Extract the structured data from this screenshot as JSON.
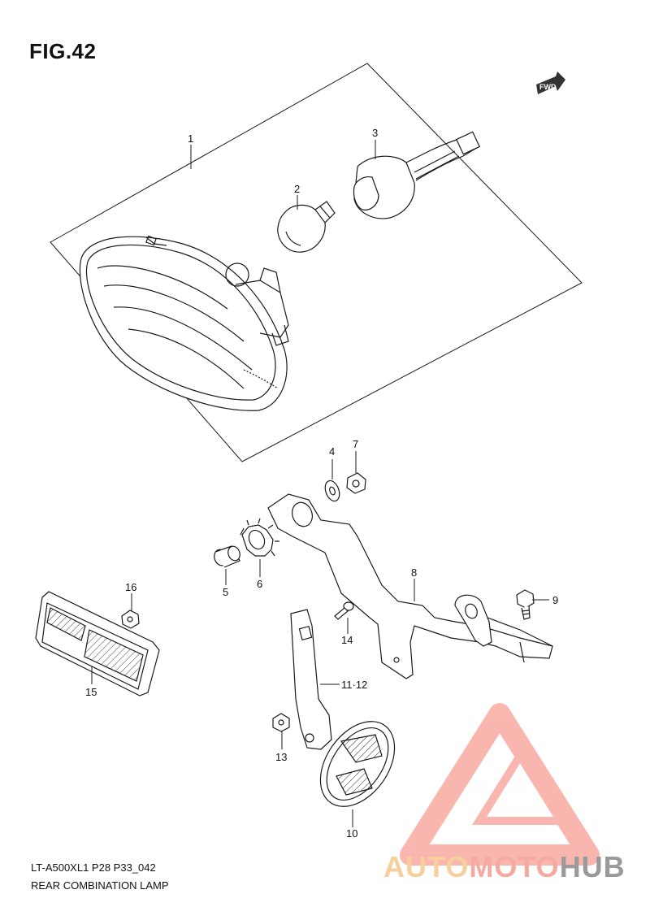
{
  "figure": {
    "title": "FIG.42",
    "fwd_badge": "FWD"
  },
  "callouts": {
    "c1": "1",
    "c2": "2",
    "c3": "3",
    "c4": "4",
    "c5": "5",
    "c6": "6",
    "c7": "7",
    "c8": "8",
    "c9": "9",
    "c10": "10",
    "c11_12": "11·12",
    "c13": "13",
    "c14": "14",
    "c15": "15",
    "c16": "16"
  },
  "footer": {
    "code": "LT-A500XL1 P28 P33_042",
    "name": "REAR COMBINATION LAMP"
  },
  "watermark": {
    "part_a": "AUTO",
    "part_b": "MOTO",
    "part_c": "HUB"
  },
  "colors": {
    "line": "#1a1a1a",
    "watermark_red": "#f47b6e",
    "watermark_orange": "#f7c48a",
    "watermark_gray": "#8c8c8c"
  }
}
